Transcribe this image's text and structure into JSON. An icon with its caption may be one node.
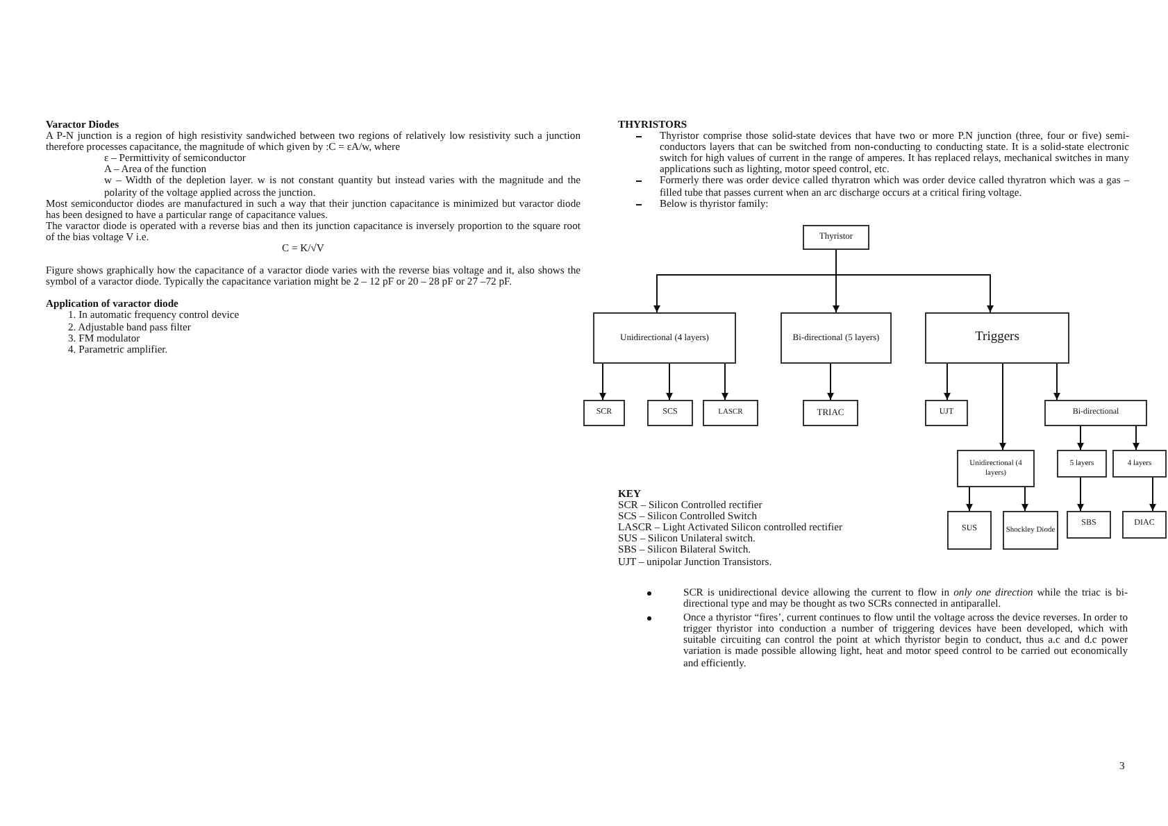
{
  "diagram": {
    "nodes": [
      {
        "text": [
          "Thyristor"
        ]
      },
      {
        "text": [
          "Unidirectional (4 layers)"
        ]
      },
      {
        "text": [
          "Bi-directional (5 layers)"
        ]
      },
      {
        "text": [
          "Triggers"
        ]
      },
      {
        "text": [
          "SCR"
        ]
      },
      {
        "text": [
          "SCS"
        ]
      },
      {
        "text": [
          "LASCR"
        ]
      },
      {
        "text": [
          "TRIAC"
        ]
      },
      {
        "text": [
          "UJT"
        ]
      },
      {
        "text": [
          "Bi-directional"
        ]
      },
      {
        "text": [
          "Unidirectional (4 layers)"
        ]
      },
      {
        "text": [
          "5 layers"
        ]
      },
      {
        "text": [
          "4 layers"
        ]
      },
      {
        "text": [
          "SUS"
        ]
      },
      {
        "text": [
          "Shockley Diode"
        ]
      },
      {
        "text": [
          "SBS"
        ]
      },
      {
        "text": [
          "DIAC"
        ]
      }
    ],
    "edges": [
      {
        "from": 0,
        "to": 1,
        "arrow": "to"
      },
      {
        "from": 0,
        "to": 2,
        "arrow": "to"
      },
      {
        "from": 0,
        "to": 3,
        "arrow": "to"
      },
      {
        "from": 1,
        "to": 4,
        "arrow": "to"
      },
      {
        "from": 1,
        "to": 5,
        "arrow": "to"
      },
      {
        "from": 1,
        "to": 6,
        "arrow": "to"
      },
      {
        "from": 2,
        "to": 7,
        "arrow": "to"
      },
      {
        "from": 3,
        "to": 8,
        "arrow": "to"
      },
      {
        "from": 3,
        "to": 10,
        "arrow": "to"
      },
      {
        "from": 3,
        "to": 9,
        "arrow": "to"
      },
      {
        "from": 9,
        "to": 11,
        "arrow": "to"
      },
      {
        "from": 9,
        "to": 12,
        "arrow": "to"
      },
      {
        "from": 10,
        "to": 13,
        "arrow": "to"
      },
      {
        "from": 10,
        "to": 14,
        "arrow": "to"
      },
      {
        "from": 11,
        "to": 15,
        "arrow": "to"
      },
      {
        "from": 12,
        "to": 16,
        "arrow": "to"
      }
    ],
    "labels": [
      "Varactor Diodes",
      "A P-N junction is a region of high resistivity sandwiched between two regions of relatively low resistivity such a junction therefore processes capacitance, the magnitude of which given by :C = εA/w,  where",
      "ε – Permittivity  of semiconductor",
      "A – Area of the function",
      "w – Width of the depletion layer. w is not constant quantity but instead varies with the magnitude and the polarity of the voltage applied  across the junction.",
      "Most semiconductor diodes are manufactured in such a way that their junction capacitance is minimized but varactor diode has been designed to have a particular range of capacitance values.",
      "The varactor diode is operated with a reverse bias and then its junction capacitance is inversely proportion to the square root of the bias voltage V i.e.",
      "C =    K/√V",
      "Figure shows graphically how the capacitance of a varactor diode varies with the reverse bias voltage and it, also shows the symbol of a varactor diode. Typically the capacitance variation might be 2 – 12 pF or 20 – 28 pF or 27 –72 pF.",
      "Application of varactor diode",
      "1.   In automatic frequency control device",
      "2.   Adjustable band pass filter",
      "3.   FM modulator",
      "4.   Parametric amplifier.",
      "THYRISTORS",
      "Thyristor comprise those solid-state devices that have two or more P.N junction (three, four or five) semi-conductors layers that can be switched from non-conducting to conducting state. It is a solid-state electronic switch for high values of current in the range of amperes. It has replaced relays, mechanical switches in many applications such as lighting, motor speed control, etc.",
      "Formerly there was order device called thyratron which was order device called thyratron which was a gas – filled tube that passes current when an arc discharge occurs at a critical firing voltage.",
      "Below is thyristor family:",
      "KEY",
      "SCR – Silicon Controlled rectifier",
      "SCS – Silicon Controlled Switch",
      "LASCR – Light Activated Silicon controlled rectifier",
      "SUS – Silicon Unilateral switch.",
      "SBS – Silicon Bilateral Switch.",
      "UJT – unipolar Junction Transistors.",
      "SCR is unidirectional device allowing the current to flow in *only one direction* while the triac is bi-directional type and may be thought as two SCRs connected in antiparallel.",
      "Once a thyristor “fires’, current continues to flow until the voltage across the device reverses.  In order to trigger thyristor into conduction a number of triggering devices have been developed, which with suitable circuiting can control the point at which thyristor begin to conduct, thus a.c and d.c power variation is made possible allowing light, heat and motor speed control to be carried out economically and efficiently.",
      "3"
    ]
  }
}
